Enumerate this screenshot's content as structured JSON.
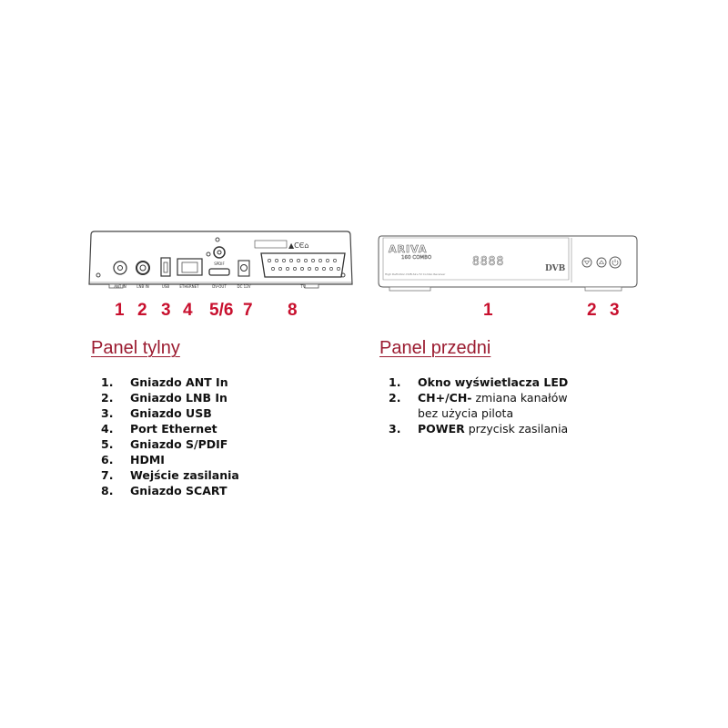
{
  "back_panel": {
    "port_labels": [
      "ANT IN",
      "LNB IN",
      "USB",
      "ETHERNET",
      "SPDIF",
      "DV-OUT",
      "DC 12V",
      "TV"
    ],
    "callouts": [
      "1",
      "2",
      "3",
      "4",
      "5/6",
      "7",
      "8"
    ],
    "heading": "Panel tylny",
    "items": [
      {
        "num": "1.",
        "text": "Gniazdo ANT In"
      },
      {
        "num": "2.",
        "text": "Gniazdo LNB In"
      },
      {
        "num": "3.",
        "text": "Gniazdo USB"
      },
      {
        "num": "4.",
        "text": "Port Ethernet"
      },
      {
        "num": "5.",
        "text": "Gniazdo S/PDIF"
      },
      {
        "num": "6.",
        "text": "HDMI"
      },
      {
        "num": "7.",
        "text": "Wejście zasilania"
      },
      {
        "num": "8.",
        "text": "Gniazdo SCART"
      }
    ]
  },
  "front_panel": {
    "brand": "ARIVA",
    "model": "160 COMBO",
    "display": "8888",
    "tagline": "High Definition DVB-S2+T2 Combo Receiver",
    "dvb_logo": "DVB",
    "callouts": [
      "1",
      "2",
      "3"
    ],
    "heading": "Panel przedni",
    "items": [
      {
        "num": "1.",
        "bold": "Okno wyświetlacza LED",
        "rest": ""
      },
      {
        "num": "2.",
        "bold": "CH+/CH-",
        "rest": " zmiana kanałów",
        "line2": "bez użycia pilota"
      },
      {
        "num": "3.",
        "bold": "POWER",
        "rest": " przycisk zasilania"
      }
    ]
  },
  "colors": {
    "accent": "#c8102e",
    "heading": "#9b1b30"
  }
}
